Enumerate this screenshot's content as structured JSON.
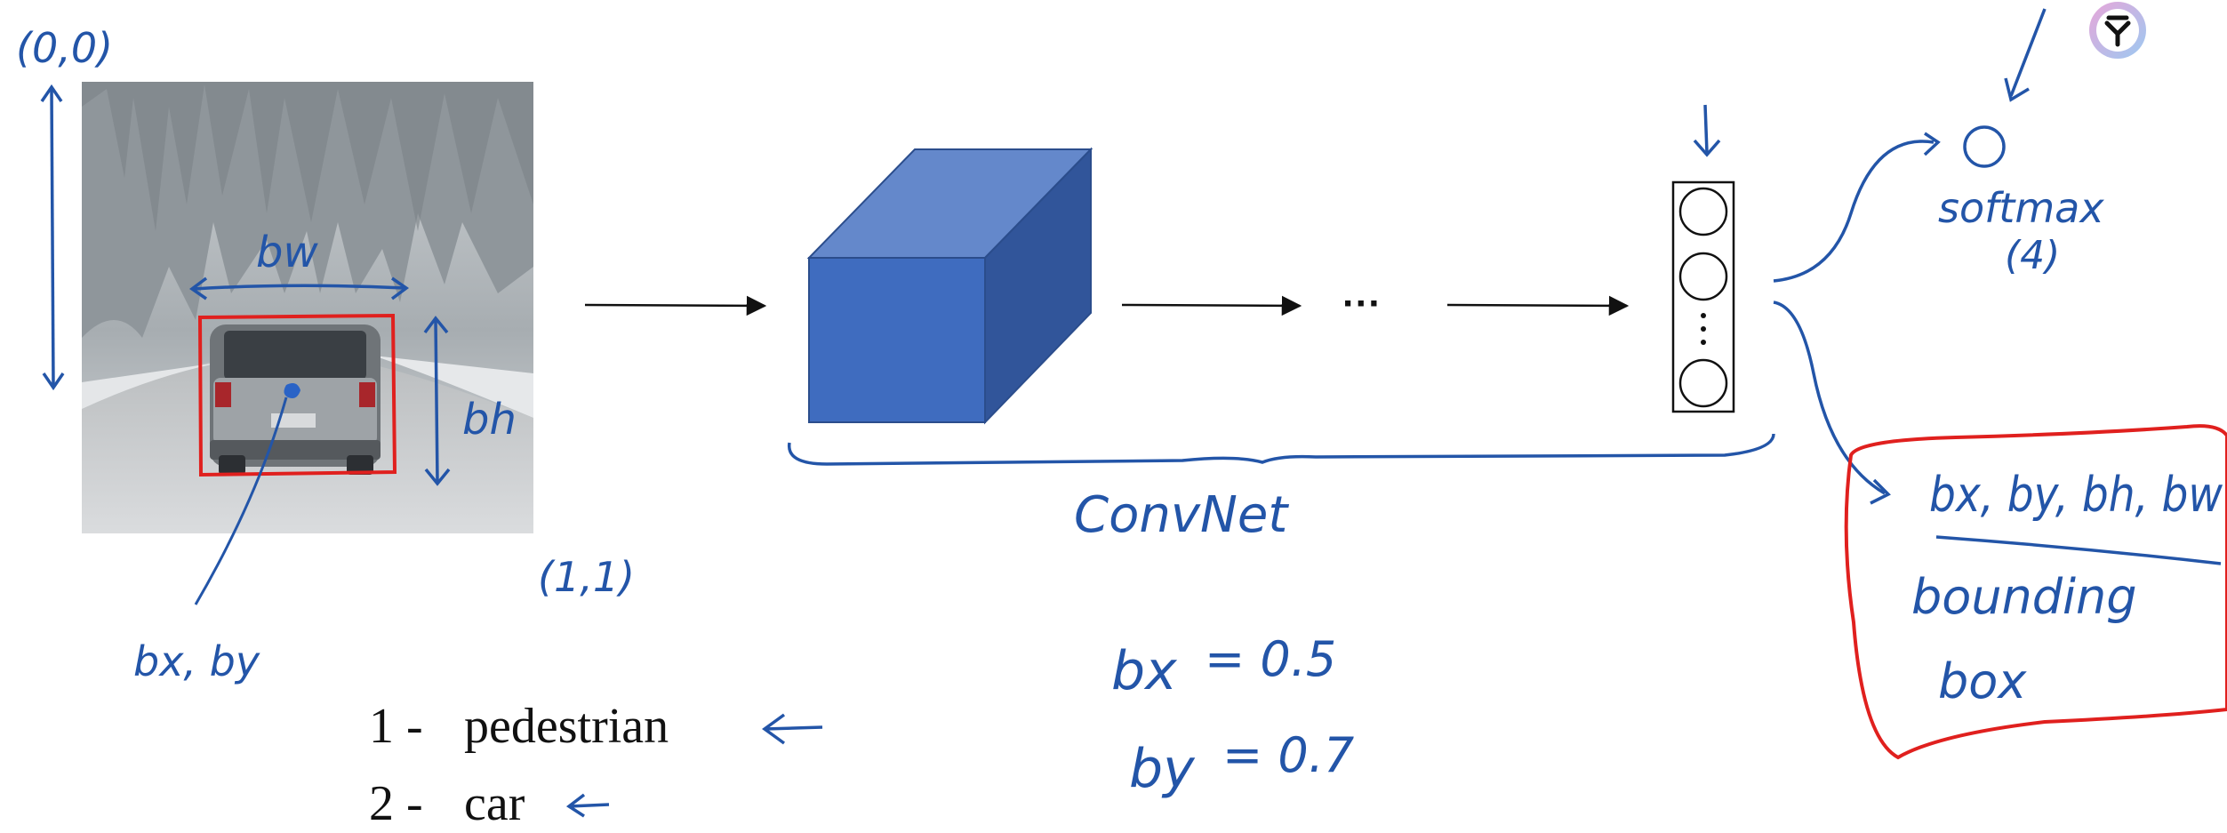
{
  "colors": {
    "ink_blue": "#2355a8",
    "ink_red": "#e0201e",
    "cube_front": "#3f6cbf",
    "cube_top": "#6488cb",
    "cube_side": "#31559a",
    "arrow": "#111111",
    "logo_pink": "#e7a6d9",
    "logo_blue": "#9cc9f1"
  },
  "image_panel": {
    "origin_label": "(0,0)",
    "corner_label": "(1,1)",
    "bw_label": "bw",
    "bh_label": "bh",
    "center_label": "bx, by"
  },
  "network": {
    "ellipsis": "···",
    "convnet_label": "ConvNet",
    "fc_dots": "⋮"
  },
  "outputs": {
    "softmax_label": "softmax",
    "softmax_count": "(4)",
    "bbox_params": "bx, by, bh, bw",
    "bbox_caption_line1": "bounding",
    "bbox_caption_line2": "box"
  },
  "classes": [
    {
      "number": "1 -",
      "name": "pedestrian"
    },
    {
      "number": "2 -",
      "name": "car"
    }
  ],
  "equations": [
    {
      "lhs": "bx",
      "rhs": "= 0.5"
    },
    {
      "lhs": "by",
      "rhs": "= 0.7"
    }
  ],
  "logo": {
    "name": "coursera-logo"
  }
}
